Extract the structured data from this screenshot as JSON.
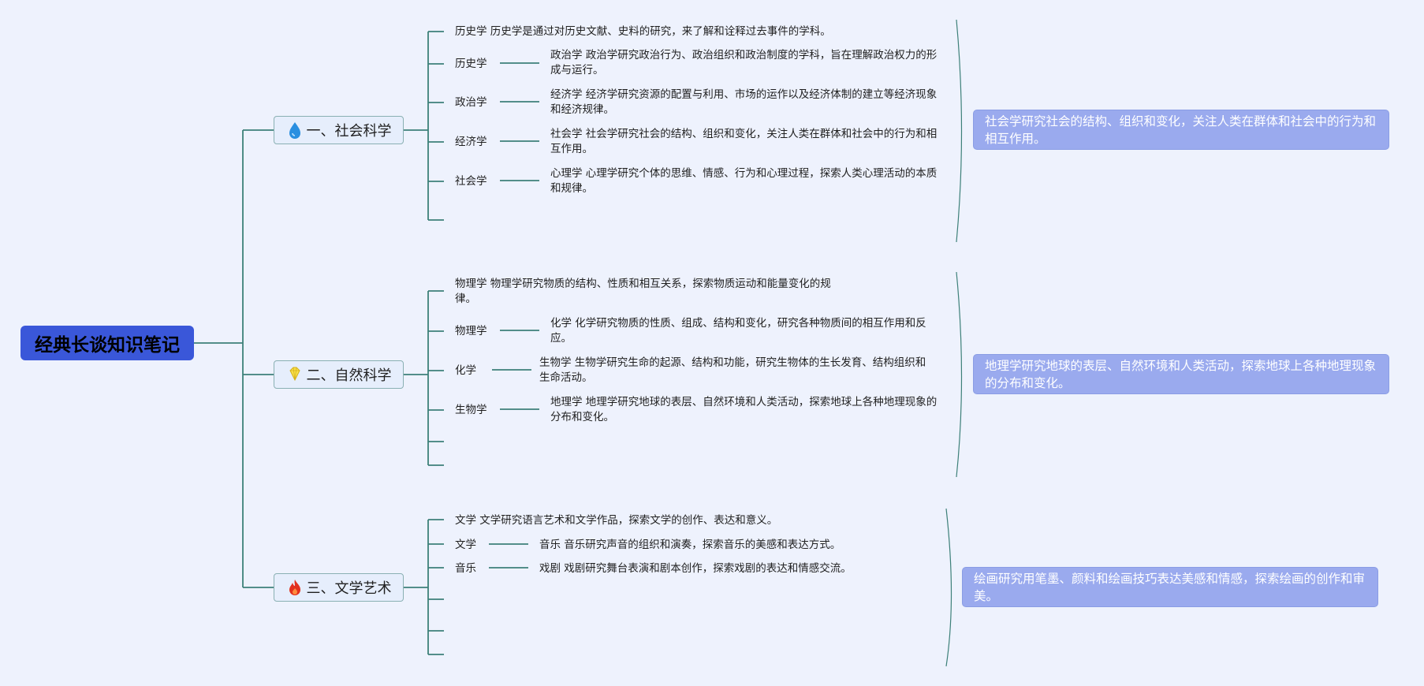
{
  "root": {
    "title": "经典长谈知识笔记"
  },
  "branches": [
    {
      "label": "一、社会科学",
      "icon": "drop-icon",
      "items": [
        "历史学 历史学是通过对历史文献、史料的研究，来了解和诠释过去事件的学科。",
        "历史学",
        "政治学",
        "经济学",
        "社会学"
      ],
      "details": [
        "政治学 政治学研究政治行为、政治组织和政治制度的学科，旨在理解政治权力的形成与运行。",
        "经济学 经济学研究资源的配置与利用、市场的运作以及经济体制的建立等经济现象和经济规律。",
        "社会学 社会学研究社会的结构、组织和变化，关注人类在群体和社会中的行为和相互作用。",
        "心理学 心理学研究个体的思维、情感、行为和心理过程，探索人类心理活动的本质和规律。"
      ],
      "summary": "社会学研究社会的结构、组织和变化，关注人类在群体和社会中的行为和相互作用。"
    },
    {
      "label": "二、自然科学",
      "icon": "diamond-icon",
      "items": [
        "物理学 物理学研究物质的结构、性质和相互关系，探索物质运动和能量变化的规律。",
        "物理学",
        "化学",
        "生物学"
      ],
      "details": [
        "化学 化学研究物质的性质、组成、结构和变化，研究各种物质间的相互作用和反应。",
        "生物学 生物学研究生命的起源、结构和功能，研究生物体的生长发育、结构组织和生命活动。",
        "地理学 地理学研究地球的表层、自然环境和人类活动，探索地球上各种地理现象的分布和变化。"
      ],
      "summary": "地理学研究地球的表层、自然环境和人类活动，探索地球上各种地理现象的分布和变化。"
    },
    {
      "label": "三、文学艺术",
      "icon": "flame-icon",
      "items": [
        "文学 文学研究语言艺术和文学作品，探索文学的创作、表达和意义。",
        "文学",
        "音乐"
      ],
      "details": [
        "音乐 音乐研究声音的组织和演奏，探索音乐的美感和表达方式。",
        "戏剧 戏剧研究舞台表演和剧本创作，探索戏剧的表达和情感交流。"
      ],
      "summary": "绘画研究用笔墨、颜料和绘画技巧表达美感和情感，探索绘画的创作和审美。"
    }
  ],
  "colors": {
    "background": "#eef2fd",
    "root": "#3a57d9",
    "connector": "#3d8079",
    "summary": "#9aaaee"
  }
}
